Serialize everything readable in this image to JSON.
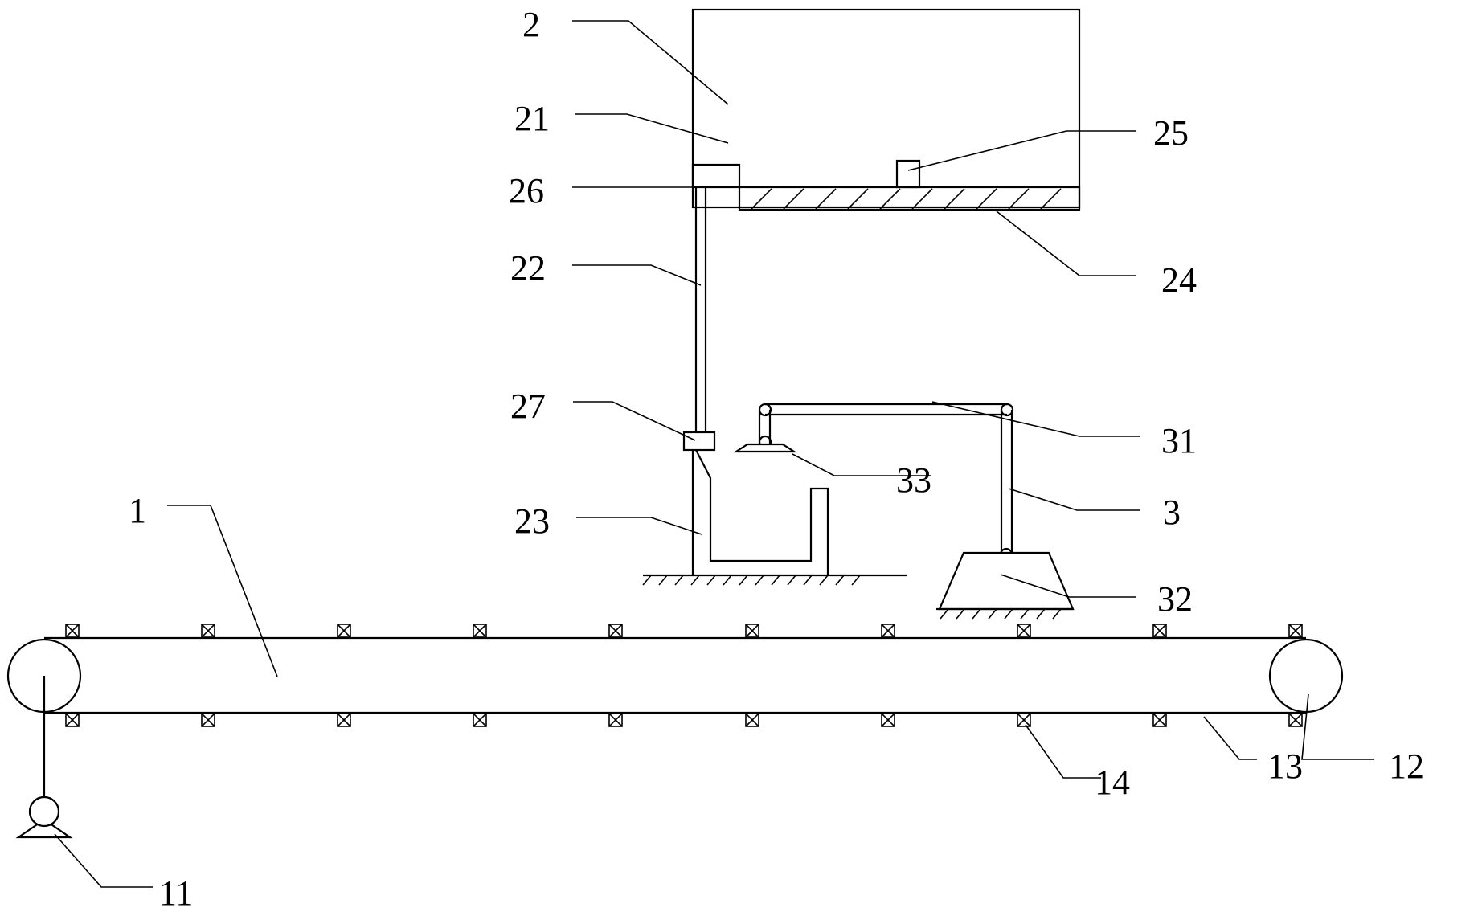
{
  "labels": {
    "l1": "1",
    "l2": "2",
    "l3": "3",
    "l11": "11",
    "l12": "12",
    "l13": "13",
    "l14": "14",
    "l21": "21",
    "l22": "22",
    "l23": "23",
    "l24": "24",
    "l25": "25",
    "l26": "26",
    "l27": "27",
    "l31": "31",
    "l32": "32",
    "l33": "33"
  }
}
